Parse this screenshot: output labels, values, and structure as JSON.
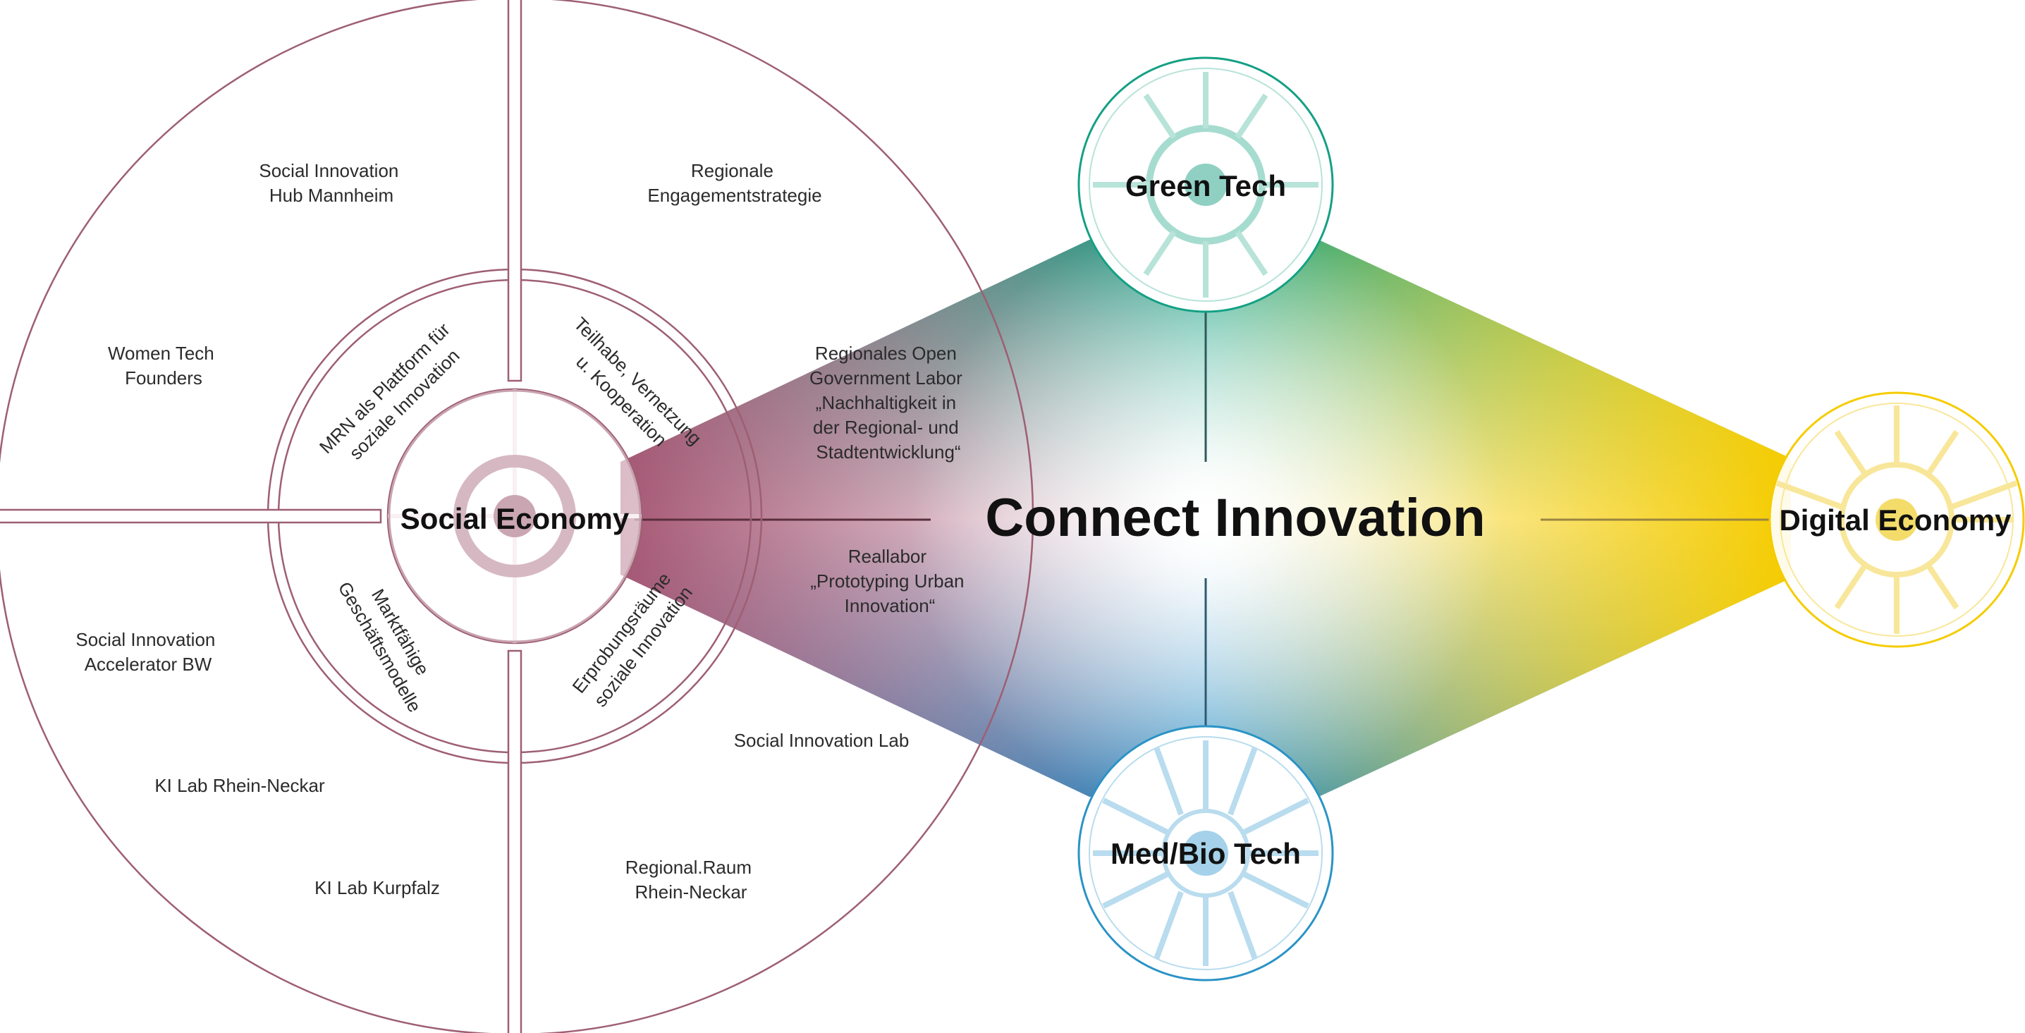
{
  "center": {
    "title": "Connect Innovation"
  },
  "hubs": {
    "social_economy": "Social Economy",
    "green_tech": "Green Tech",
    "digital_economy": "Digital Economy",
    "medbio_tech": "Med/Bio Tech"
  },
  "inner_ring": {
    "mrn": [
      "MRN als Plattform für",
      "soziale Innovation"
    ],
    "teilhabe": [
      "Teilhabe, Vernetzung",
      "u. Kooperation"
    ],
    "marktfaehige": [
      "Marktfähige",
      "Geschäftsmodelle"
    ],
    "erprobung": [
      "Erprobungsräume",
      "soziale Innovation"
    ]
  },
  "outer_ring": {
    "sihm": [
      "Social Innovation",
      "Hub Mannheim"
    ],
    "regionale": [
      "Regionale",
      "Engagementstrategie"
    ],
    "women": [
      "Women Tech",
      "Founders"
    ],
    "open_gov": [
      "Regionales Open",
      "Government Labor",
      "„Nachhaltigkeit in",
      "der Regional- und",
      "Stadtentwicklung“"
    ],
    "reallabor": [
      "Reallabor",
      "„Prototyping Urban",
      "Innovation“"
    ],
    "accelerator": [
      "Social Innovation",
      "Accelerator BW"
    ],
    "ki_rn": "KI Lab Rhein-Neckar",
    "ki_kurpfalz": "KI Lab Kurpfalz",
    "silab": "Social Innovation Lab",
    "regional_raum": [
      "Regional.Raum",
      "Rhein-Neckar"
    ]
  },
  "colors": {
    "social": "#9e5f72",
    "green": "#14a084",
    "digital": "#f5cc00",
    "medbio": "#2a93c6",
    "diamond_center": "#ffffff"
  }
}
